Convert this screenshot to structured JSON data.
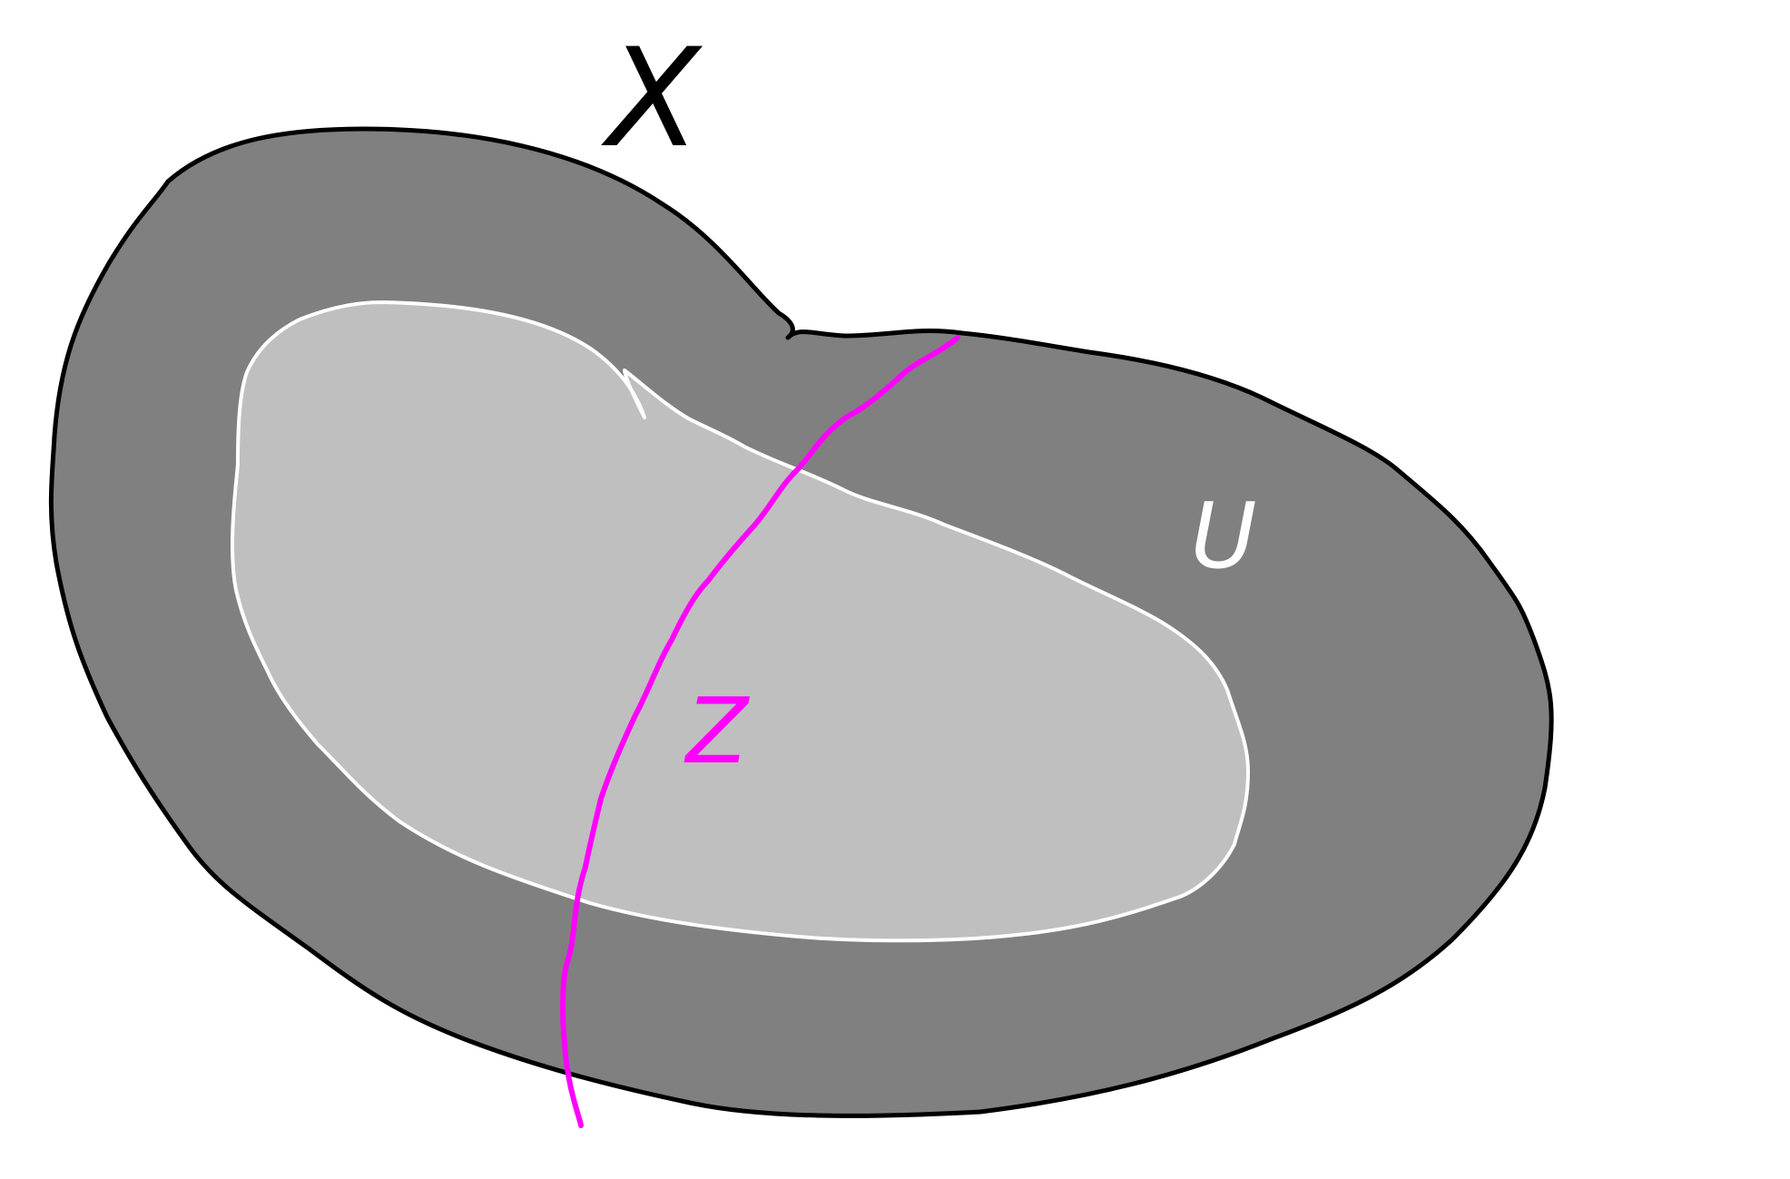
{
  "labels": {
    "outer_space": "X",
    "open_set": "U",
    "hypersurface": "Z"
  },
  "colors": {
    "background": "#ffffff",
    "outer_region_fill": "#808080",
    "outer_region_stroke": "#000000",
    "inner_region_fill": "#bfbfbf",
    "inner_region_stroke": "#ffffff",
    "curve": "#ff00ff",
    "label_outer": "#000000",
    "label_open_set": "#ffffff",
    "label_hypersurface": "#ff00ff"
  }
}
